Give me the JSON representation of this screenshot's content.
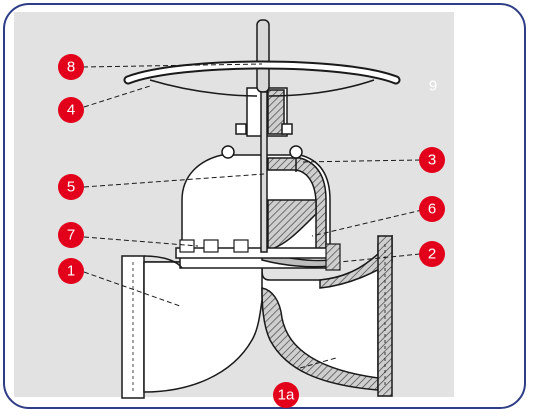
{
  "colors": {
    "frame_border": "#2f3d86",
    "panel_background": "#e2e2e2",
    "badge_fill": "#e3001b",
    "badge_text": "#ffffff",
    "line": "#1a1a1a",
    "hatch": "#444444"
  },
  "labels": [
    {
      "id": "8",
      "text": "8"
    },
    {
      "id": "4",
      "text": "4"
    },
    {
      "id": "9",
      "text": "9"
    },
    {
      "id": "3",
      "text": "3"
    },
    {
      "id": "5",
      "text": "5"
    },
    {
      "id": "6",
      "text": "6"
    },
    {
      "id": "7",
      "text": "7"
    },
    {
      "id": "2",
      "text": "2"
    },
    {
      "id": "1",
      "text": "1"
    },
    {
      "id": "1a",
      "text": "1a"
    }
  ]
}
